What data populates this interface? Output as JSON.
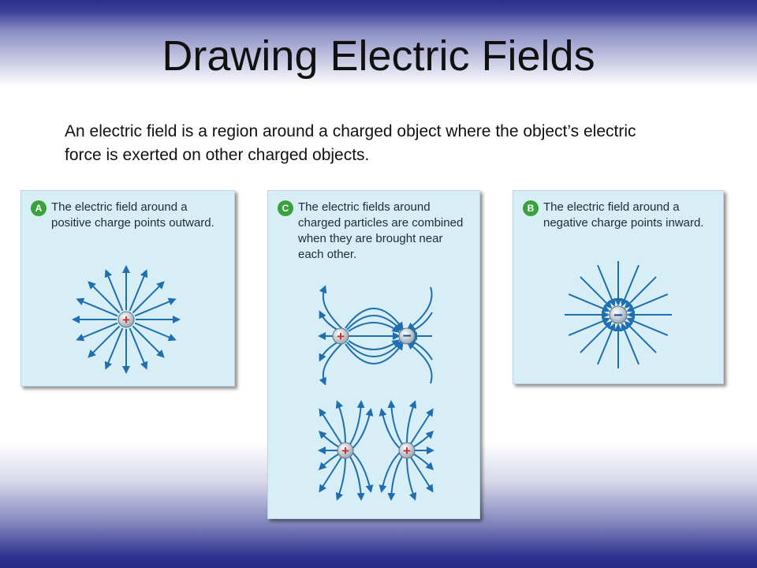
{
  "slide": {
    "title": "Drawing Electric Fields",
    "intro": "An electric field is a region around a charged object where the object’s electric force is exerted on other charged objects."
  },
  "panels": [
    {
      "letter": "A",
      "caption": "The electric field around a positive charge points outward.",
      "charge_sign": "+"
    },
    {
      "letter": "C",
      "caption": "The electric fields around charged particles are combined when they are brought near each other.",
      "pairs": [
        [
          "+",
          "−"
        ],
        [
          "+",
          "+"
        ]
      ]
    },
    {
      "letter": "B",
      "caption": "The electric field around a negative charge points inward.",
      "charge_sign": "−"
    }
  ],
  "colors": {
    "panel_bg": "#d7eef7",
    "field_line": "#1f6fb0",
    "badge": "#3aa13c",
    "plus_sign": "#d62828",
    "minus_sign": "#1e4f99"
  }
}
